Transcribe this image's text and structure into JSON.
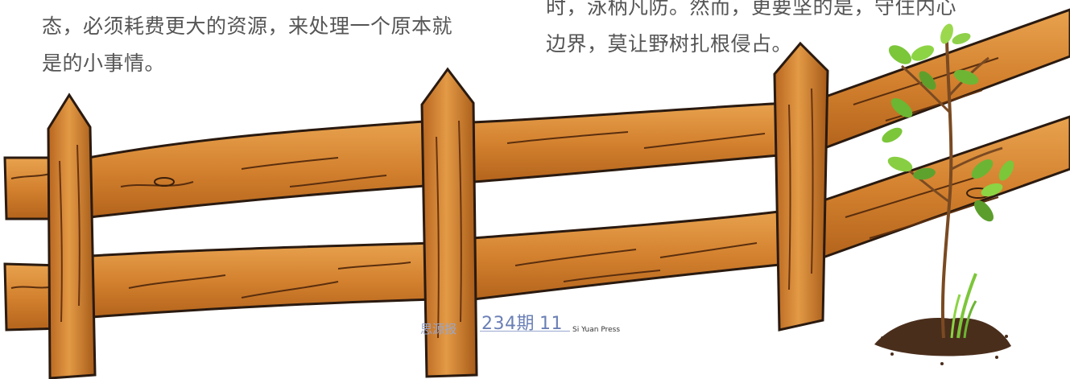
{
  "article": {
    "left_column": {
      "lines": [
        "态，必须耗费更大的资源，来处理一个原本就",
        "是的小事情。"
      ]
    },
    "right_column": {
      "lines": [
        "时，泳柄凡防。然而，更要坚的是，守住内心",
        "边界，莫让野树扎根侵占。"
      ]
    }
  },
  "footer": {
    "publication_name": "思源报",
    "issue": "234期",
    "issue_mark": "11",
    "publication_english": "Si Yuan Press"
  },
  "colors": {
    "text": "#555555",
    "wood": "#d98a3a",
    "wood_dark": "#9b5316",
    "outline": "#2a1a10",
    "leaf": "#7cc63a",
    "soil": "#4a2e1c",
    "accent_footer": "#6a7fb5"
  }
}
